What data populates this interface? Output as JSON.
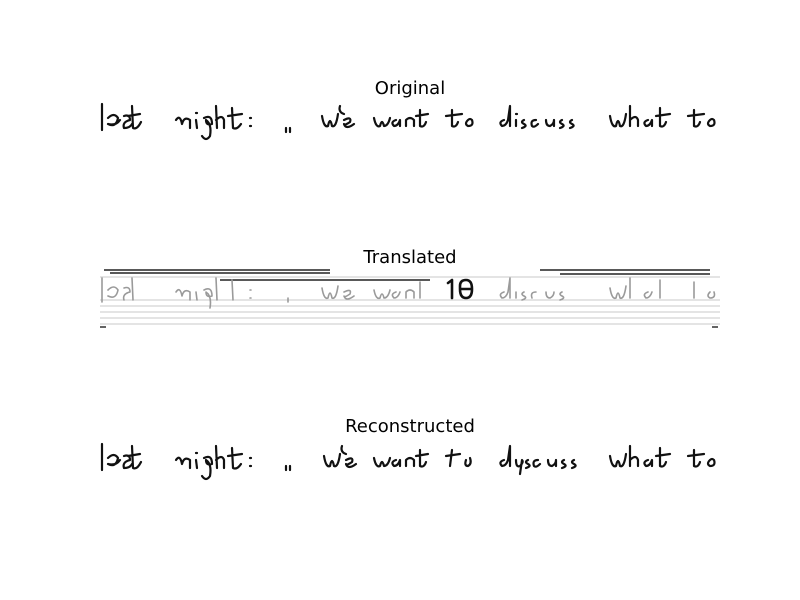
{
  "panels": [
    {
      "title": "Original"
    },
    {
      "title": "Translated"
    },
    {
      "title": "Reconstructed"
    }
  ],
  "colors": {
    "ink": "#111111",
    "faded_ink": "#9a9a9a",
    "background": "#ffffff"
  }
}
